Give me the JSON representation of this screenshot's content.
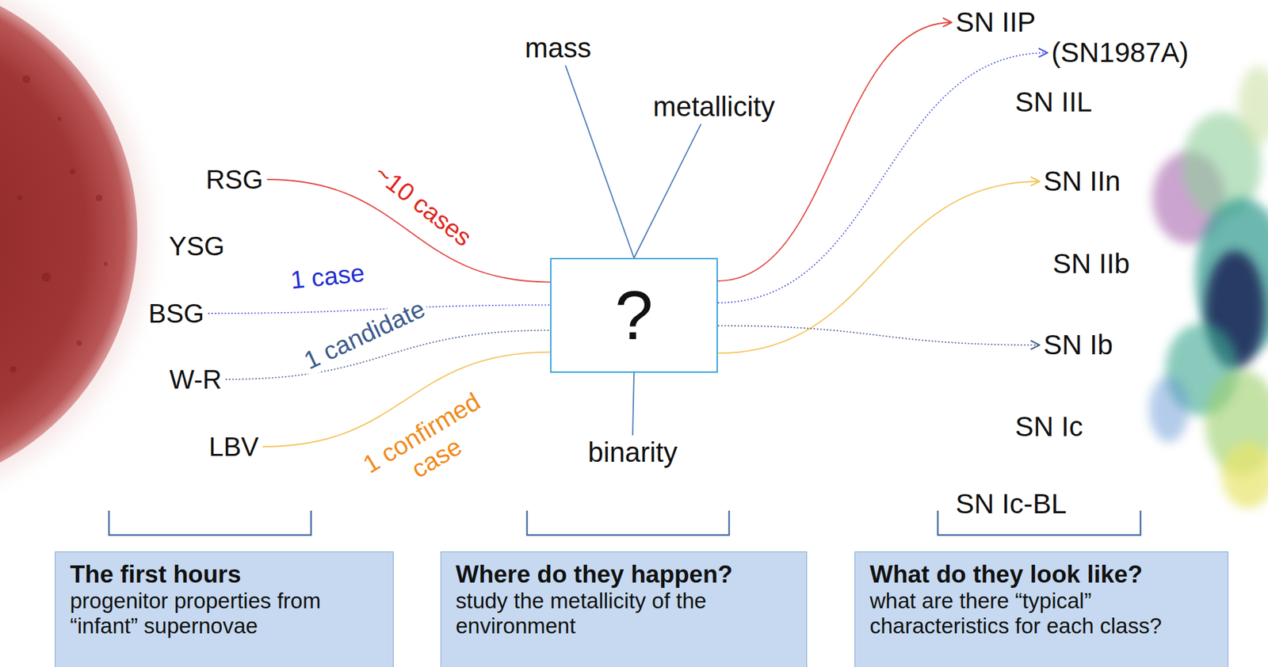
{
  "diagram": {
    "nodes": [
      {
        "text": [
          "RSG"
        ]
      },
      {
        "text": [
          "YSG"
        ]
      },
      {
        "text": [
          "BSG"
        ]
      },
      {
        "text": [
          "W-R"
        ]
      },
      {
        "text": [
          "LBV"
        ]
      },
      {
        "text": [
          "mass"
        ]
      },
      {
        "text": [
          "metallicity"
        ]
      },
      {
        "text": [
          "?"
        ]
      },
      {
        "text": [
          "binarity"
        ]
      },
      {
        "text": [
          "SN IIP"
        ]
      },
      {
        "text": [
          "(SN1987A)"
        ]
      },
      {
        "text": [
          "SN IIL"
        ]
      },
      {
        "text": [
          "SN IIn"
        ]
      },
      {
        "text": [
          "SN IIb"
        ]
      },
      {
        "text": [
          "SN Ib"
        ]
      },
      {
        "text": [
          "SN Ic"
        ]
      },
      {
        "text": [
          "SN Ic-BL"
        ]
      },
      {
        "text": [
          "The first hours",
          "progenitor properties from “infant” supernovae"
        ]
      },
      {
        "text": [
          "Where do they happen?",
          "study the metallicity of the environment"
        ]
      },
      {
        "text": [
          "What do they look like?",
          "what are there “typical” characteristics for each class?"
        ]
      }
    ],
    "edges": [
      {
        "from": 0,
        "to": 7,
        "label": "~10 cases",
        "arrow": "none"
      },
      {
        "from": 2,
        "to": 7,
        "label": "1 case",
        "arrow": "none"
      },
      {
        "from": 3,
        "to": 7,
        "label": "1 candidate",
        "arrow": "none"
      },
      {
        "from": 4,
        "to": 7,
        "label": "1 confirmed case",
        "arrow": "none"
      },
      {
        "from": 5,
        "to": 7,
        "arrow": "none"
      },
      {
        "from": 6,
        "to": 7,
        "arrow": "none"
      },
      {
        "from": 8,
        "to": 7,
        "arrow": "none"
      },
      {
        "from": 7,
        "to": 9,
        "arrow": "to"
      },
      {
        "from": 7,
        "to": 10,
        "arrow": "to"
      },
      {
        "from": 7,
        "to": 12,
        "arrow": "to"
      },
      {
        "from": 7,
        "to": 14,
        "arrow": "to"
      }
    ]
  }
}
